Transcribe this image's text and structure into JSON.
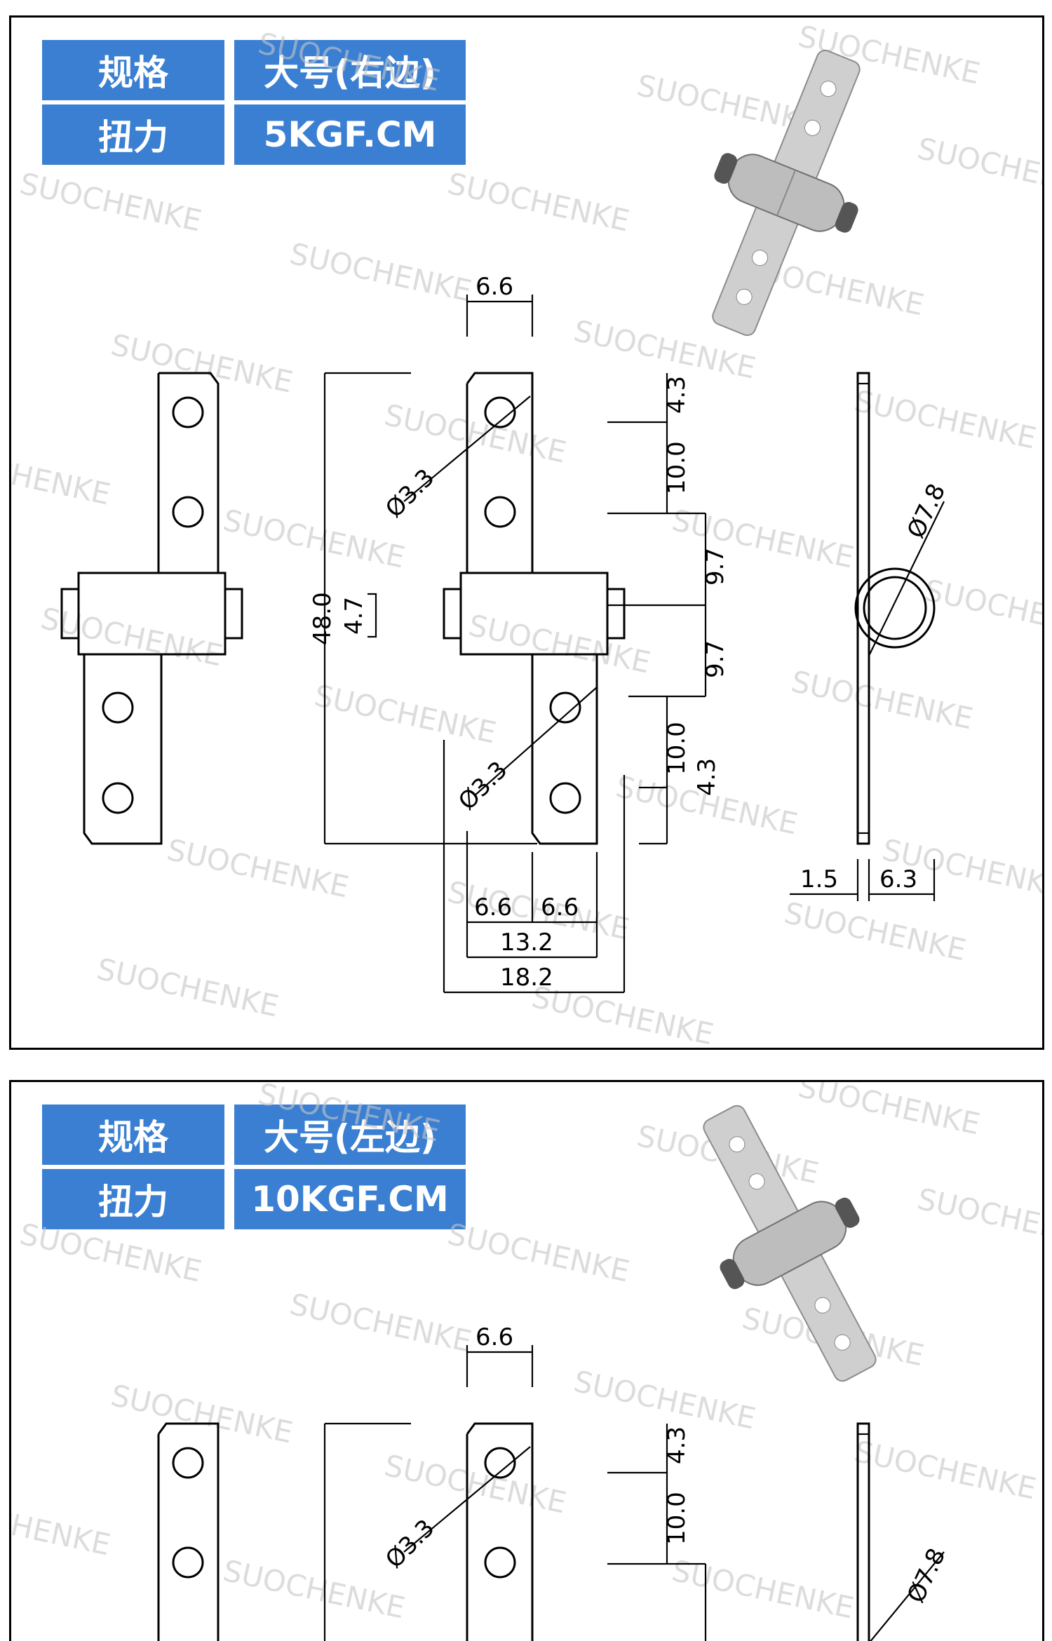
{
  "watermark": "SUOCHENKE",
  "spec_labels": {
    "size": "规格",
    "torque": "扭力"
  },
  "panels": [
    {
      "size_value": "大号(右边)",
      "torque_value": "5KGF.CM"
    },
    {
      "size_value": "大号(左边)",
      "torque_value": "10KGF.CM"
    }
  ],
  "dims": {
    "top_width": "6.6",
    "total_height": "48.0",
    "hole_dia": "Ø3.3",
    "barrel_dia": "Ø7.8",
    "barrel_gap": "4.7",
    "v_43": "4.3",
    "v_100": "10.0",
    "v_97": "9.7",
    "b_66a": "6.6",
    "b_66b": "6.6",
    "b_132": "13.2",
    "b_182": "18.2",
    "side_15": "1.5",
    "side_63": "6.3"
  },
  "colors": {
    "spec_bg": "#3a7fd2",
    "spec_text": "#ffffff",
    "watermark": "#c6c6c6"
  }
}
